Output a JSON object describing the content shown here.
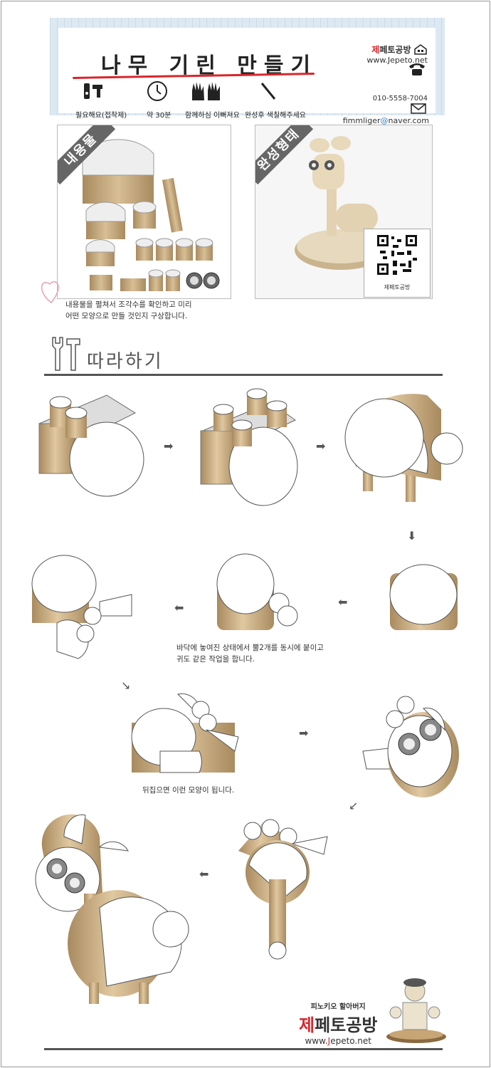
{
  "header": {
    "title": "나무 기린 만들기",
    "requirements": [
      {
        "label": "필요해요(접착제)",
        "icon": "glue-gun-icon"
      },
      {
        "label": "약 30분",
        "icon": "clock-icon"
      },
      {
        "label": "함께하심 이뻐져요",
        "icon": "hands-icon"
      },
      {
        "label": "완성후 색칠해주세요",
        "icon": "brush-icon"
      }
    ],
    "brand_first": "제",
    "brand_rest": "페토공방",
    "website": "www.Jepeto.net",
    "phone": "010-5558-7004",
    "email_user": "fimmliger",
    "email_at": "@",
    "email_domain": "naver.com"
  },
  "contents": {
    "ribbon": "내용물",
    "note_line1": "내용물을 펼쳐서 조각수를 확인하고 미리",
    "note_line2": "어떤 모양으로 만들 것인지 구상합니다."
  },
  "finished": {
    "ribbon": "완성형태",
    "qr_label": "제페토공방"
  },
  "follow": {
    "heading": "따라하기"
  },
  "steps": {
    "caption1_line1": "바닥에 놓여진 상태에서 뿔2개를 동시에 붙이고",
    "caption1_line2": "귀도 같은 작업을 합니다.",
    "caption2": "뒤집으면 이런 모양이 됩니다."
  },
  "footer": {
    "tagline": "피노키오 할아버지",
    "brand_first": "제",
    "brand_rest": "페토공방",
    "website_pre": "www.",
    "website_mid": "J",
    "website_post": "epeto.net"
  },
  "colors": {
    "brand_red": "#d9262c",
    "wood": "#c8aa80",
    "wood_dark": "#a98a5f"
  }
}
